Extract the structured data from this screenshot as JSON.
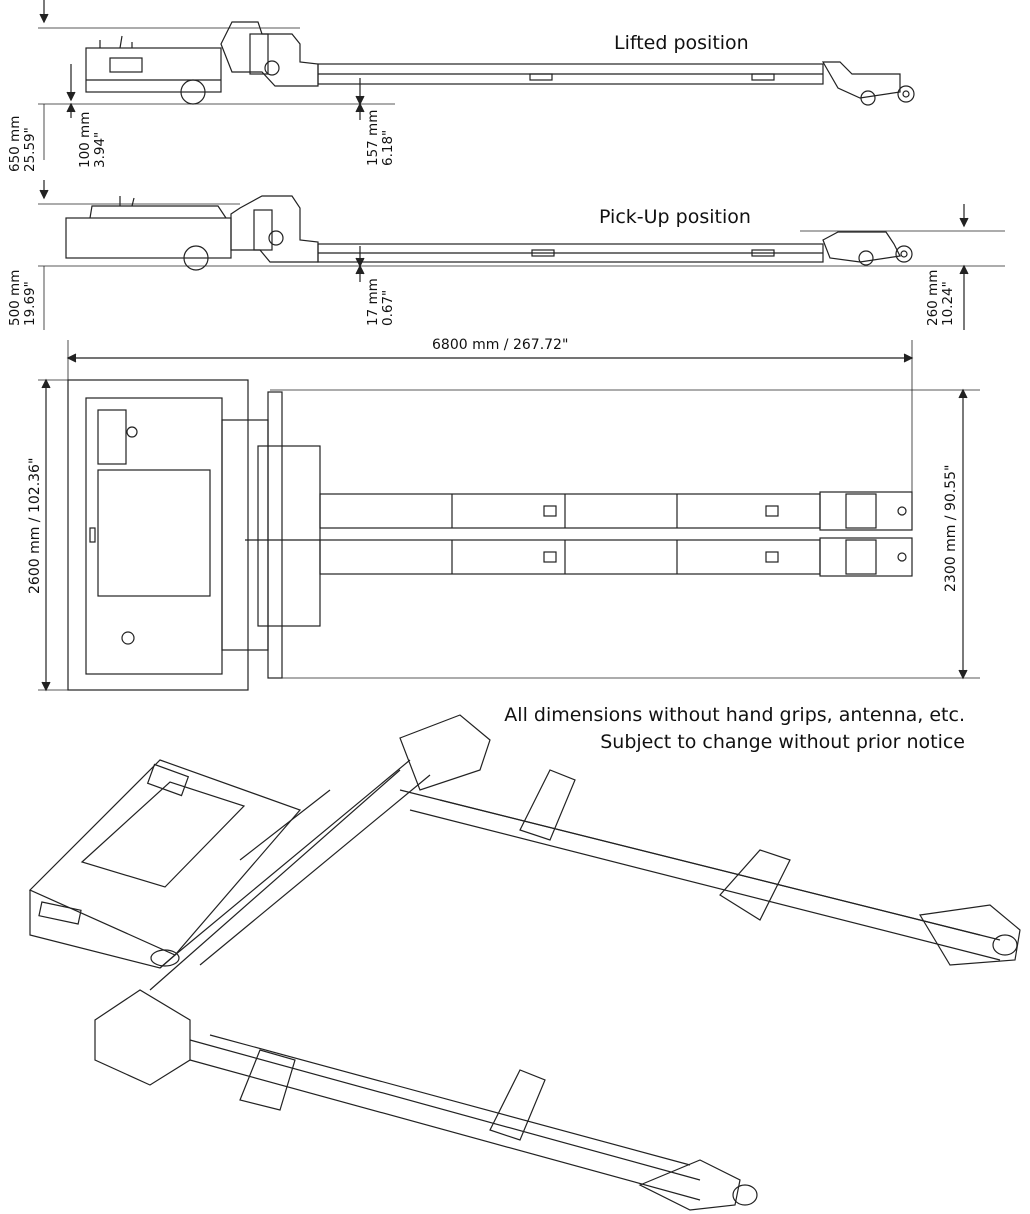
{
  "views": {
    "lifted": {
      "title": "Lifted position",
      "dims": {
        "total_height": {
          "mm": "650 mm",
          "in": "25.59\""
        },
        "body_clearance": {
          "mm": "100 mm",
          "in": "3.94\""
        },
        "fork_height": {
          "mm": "157 mm",
          "in": "6.18\""
        }
      }
    },
    "pickup": {
      "title": "Pick-Up position",
      "dims": {
        "total_height": {
          "mm": "500 mm",
          "in": "19.69\""
        },
        "fork_height": {
          "mm": "17 mm",
          "in": "0.67\""
        },
        "wheel_height": {
          "mm": "260 mm",
          "in": "10.24\""
        }
      }
    },
    "top": {
      "length": "6800 mm / 267.72\"",
      "width_total": "2600 mm / 102.36\"",
      "width_forks": "2300 mm / 90.55\""
    }
  },
  "notes": {
    "line1": "All dimensions without hand grips, antenna, etc.",
    "line2": "Subject to change without prior notice"
  },
  "colors": {
    "line": "#222222",
    "background": "#ffffff"
  }
}
